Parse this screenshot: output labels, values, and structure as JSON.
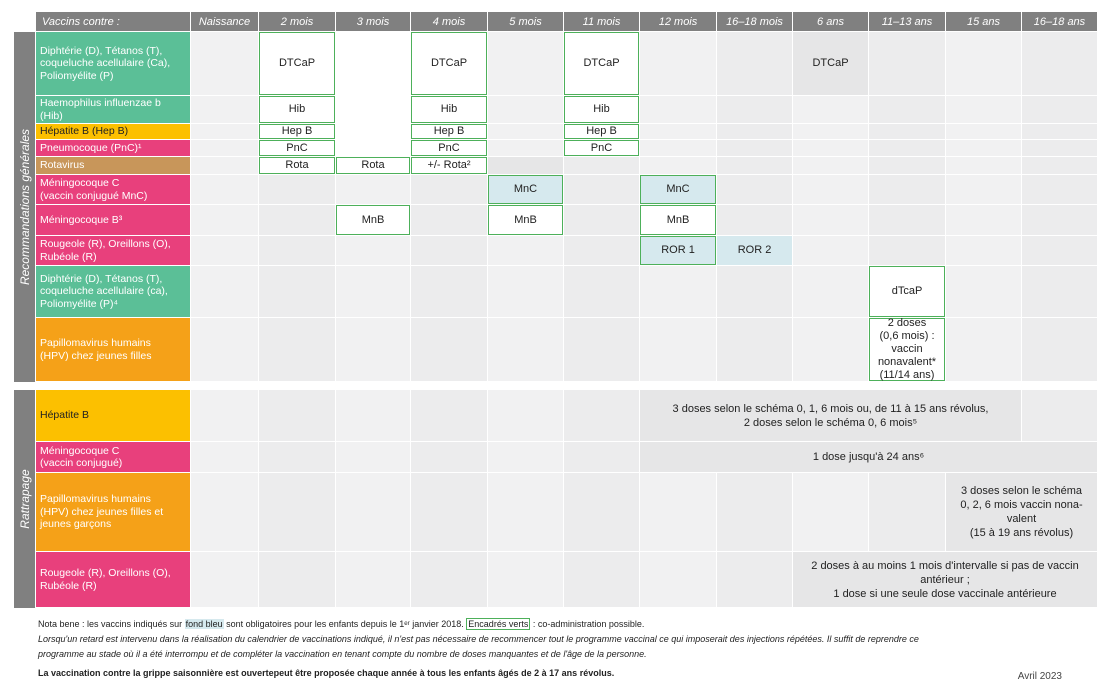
{
  "colors": {
    "header_gray": "#808080",
    "green_border": "#4db05a",
    "blue_fill": "#d6e9ee",
    "teal": "#5bbf97",
    "yellow": "#fcc000",
    "pink": "#e8407c",
    "tan": "#c8965a",
    "orange": "#f5a118"
  },
  "header": {
    "first": "Vaccins contre :",
    "ages": [
      "Naissance",
      "2 mois",
      "3 mois",
      "4 mois",
      "5 mois",
      "11 mois",
      "12 mois",
      "16–18 mois",
      "6 ans",
      "11–13 ans",
      "15 ans",
      "16–18 ans"
    ]
  },
  "sections": {
    "general": "Recommandations générales",
    "rattrapage": "Rattrapage"
  },
  "general_rows": [
    {
      "label": "Diphtérie (D), Tétanos (T),\ncoqueluche acellulaire (Ca),\nPoliomyélite (P)",
      "color": "#5bbf97"
    },
    {
      "label": "Haemophilus influenzae b\n(Hib)",
      "color": "#5bbf97"
    },
    {
      "label": "Hépatite B (Hep B)",
      "color": "#fcc000"
    },
    {
      "label": "Pneumocoque (PnC)¹",
      "color": "#e8407c"
    },
    {
      "label": "Rotavirus",
      "color": "#c8965a"
    },
    {
      "label": "Méningocoque C\n(vaccin conjugué MnC)",
      "color": "#e8407c"
    },
    {
      "label": "Méningocoque B³",
      "color": "#e8407c"
    },
    {
      "label": "Rougeole (R), Oreillons (O),\nRubéole (R)",
      "color": "#e8407c"
    },
    {
      "label": "Diphtérie (D), Tétanos (T),\ncoqueluche acellulaire (ca),\nPoliomyélite (P)⁴",
      "color": "#5bbf97"
    },
    {
      "label": "Papillomavirus humains\n(HPV) chez jeunes filles",
      "color": "#f5a118"
    }
  ],
  "general_cells": {
    "dtcap": "DTCaP",
    "hib": "Hib",
    "hepb": "Hep B",
    "pnc": "PnC",
    "rota": "Rota",
    "rota_opt": "+/- Rota²",
    "mnc": "MnC",
    "mnb": "MnB",
    "ror1": "ROR 1",
    "ror2": "ROR 2",
    "dtcap_small": "dTcaP",
    "hpv": "2 doses\n(0,6 mois) :\nvaccin\nnonavalent*\n(11/14 ans)"
  },
  "rattrapage_rows": [
    {
      "label": "Hépatite B",
      "color": "#fcc000"
    },
    {
      "label": "Méningocoque C\n(vaccin conjugué)",
      "color": "#e8407c"
    },
    {
      "label": "Papillomavirus humains\n(HPV) chez jeunes filles et\njeunes garçons",
      "color": "#f5a118"
    },
    {
      "label": "Rougeole (R), Oreillons (O),\nRubéole (R)",
      "color": "#e8407c"
    }
  ],
  "rattrapage_cells": {
    "hepb": "3 doses selon le schéma 0, 1, 6 mois ou, de 11 à 15 ans révolus,\n2 doses selon le schéma 0, 6 mois⁵",
    "mnc": "1 dose jusqu'à 24 ans⁶",
    "hpv": "3 doses selon le schéma\n0, 2, 6 mois vaccin nona-\nvalent\n(15 à 19 ans révolus)",
    "ror": "2 doses à au moins 1 mois d'intervalle si pas de vaccin\nantérieur ;\n1 dose si une seule dose vaccinale antérieure"
  },
  "footer": {
    "nota_1": "Nota bene : les vaccins indiqués sur ",
    "nota_blue": "fond bleu",
    "nota_2": " sont obligatoires pour les enfants depuis le 1ᵉʳ janvier 2018. ",
    "nota_green": "Encadrés verts",
    "nota_3": " : co-administration possible.",
    "line2": "Lorsqu'un retard est intervenu dans la réalisation du calendrier de vaccinations indiqué, il n'est pas nécessaire de recommencer tout le programme vaccinal ce qui imposerait des injections répétées. Il suffit de reprendre ce",
    "line3": "programme au stade où il a été interrompu et de compléter la vaccination en tenant compte du nombre de doses manquantes et de l'âge de la personne.",
    "line4": "La vaccination contre la grippe saisonnière est ouvertepeut être proposée chaque année à tous les enfants âgés de 2 à 17 ans révolus.",
    "date": "Avril 2023"
  }
}
